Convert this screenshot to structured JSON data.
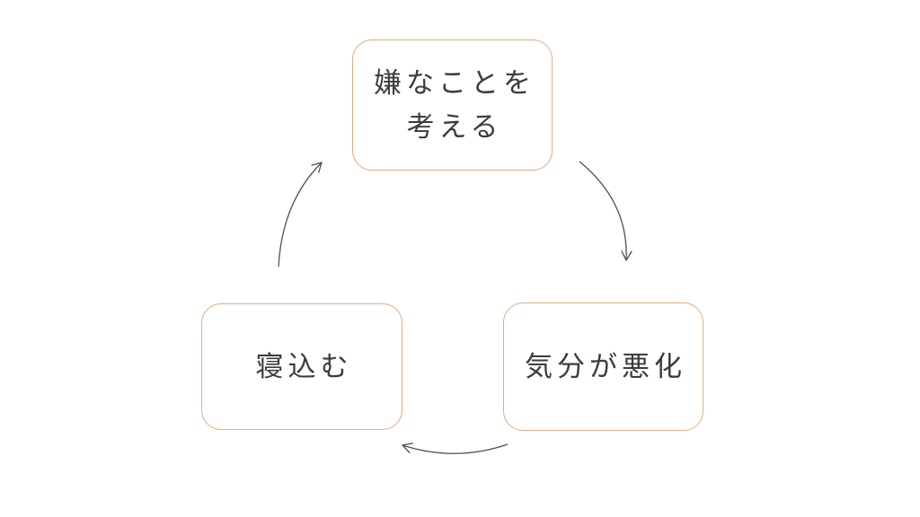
{
  "diagram": {
    "type": "cycle",
    "background_color": "#ffffff",
    "nodes": [
      {
        "id": "node-top",
        "lines": [
          "嫌なことを",
          "考える"
        ]
      },
      {
        "id": "node-bottom-right",
        "lines": [
          "気分が悪化"
        ]
      },
      {
        "id": "node-bottom-left",
        "lines": [
          "寝込む"
        ]
      }
    ],
    "arrows": [
      {
        "id": "arrow-top-to-bottom-right",
        "from": "node-top",
        "to": "node-bottom-right"
      },
      {
        "id": "arrow-bottom-right-to-bottom-left",
        "from": "node-bottom-right",
        "to": "node-bottom-left"
      },
      {
        "id": "arrow-bottom-left-to-top",
        "from": "node-bottom-left",
        "to": "node-top"
      }
    ],
    "colors": {
      "box_border": "#ddad82",
      "box_fill": "#ffffff",
      "text": "#3c3c3c",
      "arrow": "#4f4f4f"
    }
  }
}
